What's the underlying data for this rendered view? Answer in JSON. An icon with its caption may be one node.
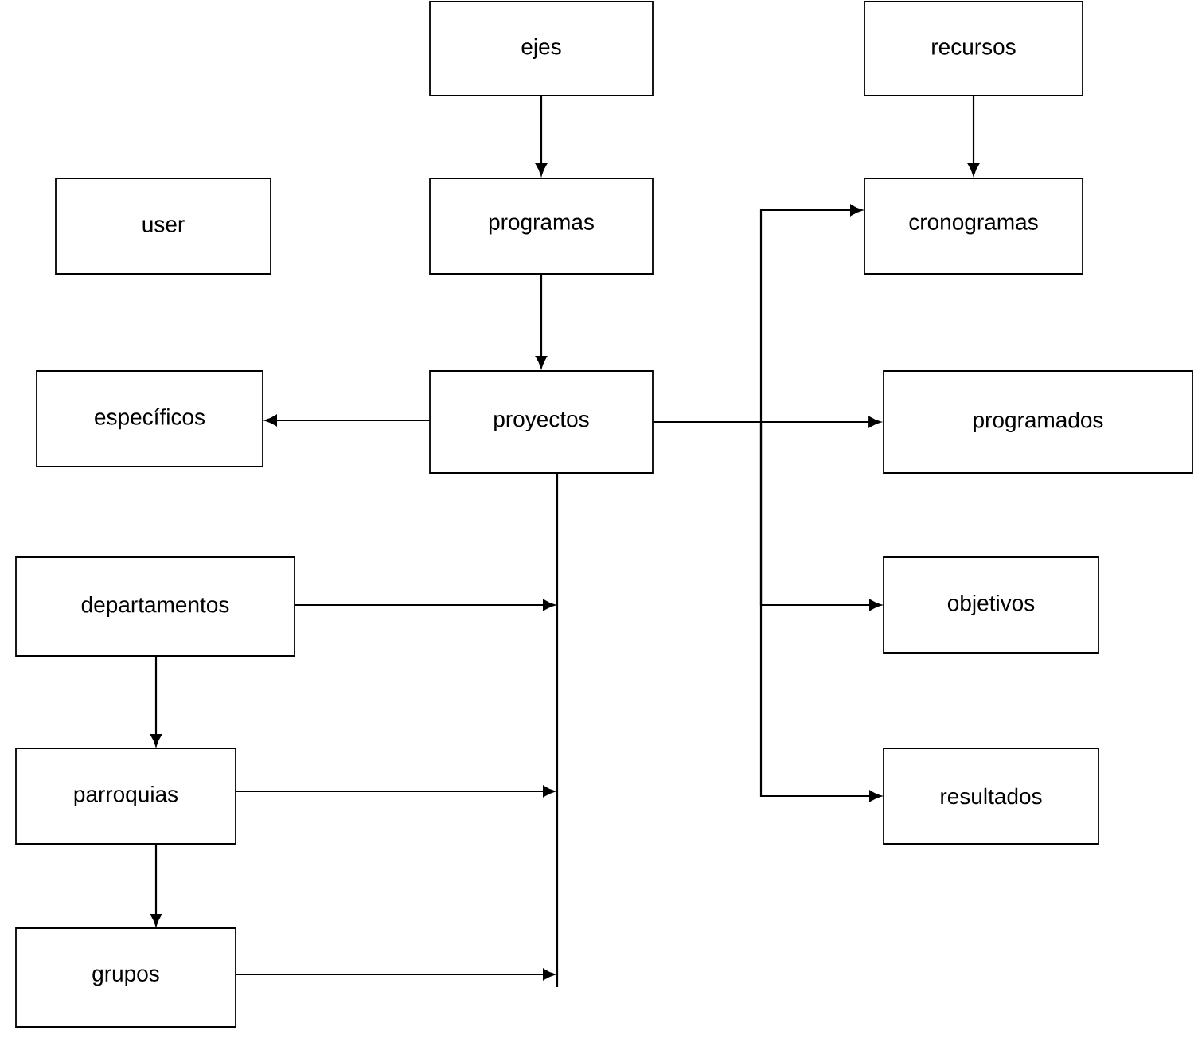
{
  "diagram": {
    "nodes": [
      {
        "text": [
          "ejes"
        ]
      },
      {
        "text": [
          "recursos"
        ]
      },
      {
        "text": [
          "user"
        ]
      },
      {
        "text": [
          "programas"
        ]
      },
      {
        "text": [
          "cronogramas"
        ]
      },
      {
        "text": [
          "específicos"
        ]
      },
      {
        "text": [
          "proyectos"
        ]
      },
      {
        "text": [
          "programados"
        ]
      },
      {
        "text": [
          "departamentos"
        ]
      },
      {
        "text": [
          "objetivos"
        ]
      },
      {
        "text": [
          "parroquias"
        ]
      },
      {
        "text": [
          "resultados"
        ]
      },
      {
        "text": [
          "grupos"
        ]
      }
    ],
    "edges": [
      {
        "from": 0,
        "to": 3,
        "arrow": "to"
      },
      {
        "from": 3,
        "to": 6,
        "arrow": "to"
      },
      {
        "from": 1,
        "to": 4,
        "arrow": "to"
      },
      {
        "from": 6,
        "to": 5,
        "arrow": "to"
      },
      {
        "from": 6,
        "to": 4,
        "arrow": "to"
      },
      {
        "from": 6,
        "to": 7,
        "arrow": "to"
      },
      {
        "from": 6,
        "to": 9,
        "arrow": "to"
      },
      {
        "from": 6,
        "to": 11,
        "arrow": "to"
      },
      {
        "from": 8,
        "to": null,
        "arrow": "to"
      },
      {
        "from": 10,
        "to": null,
        "arrow": "to"
      },
      {
        "from": 12,
        "to": null,
        "arrow": "to"
      },
      {
        "from": 8,
        "to": 10,
        "arrow": "to"
      },
      {
        "from": 10,
        "to": 12,
        "arrow": "to"
      },
      {
        "from": 6,
        "to": null,
        "arrow": "none"
      }
    ]
  }
}
